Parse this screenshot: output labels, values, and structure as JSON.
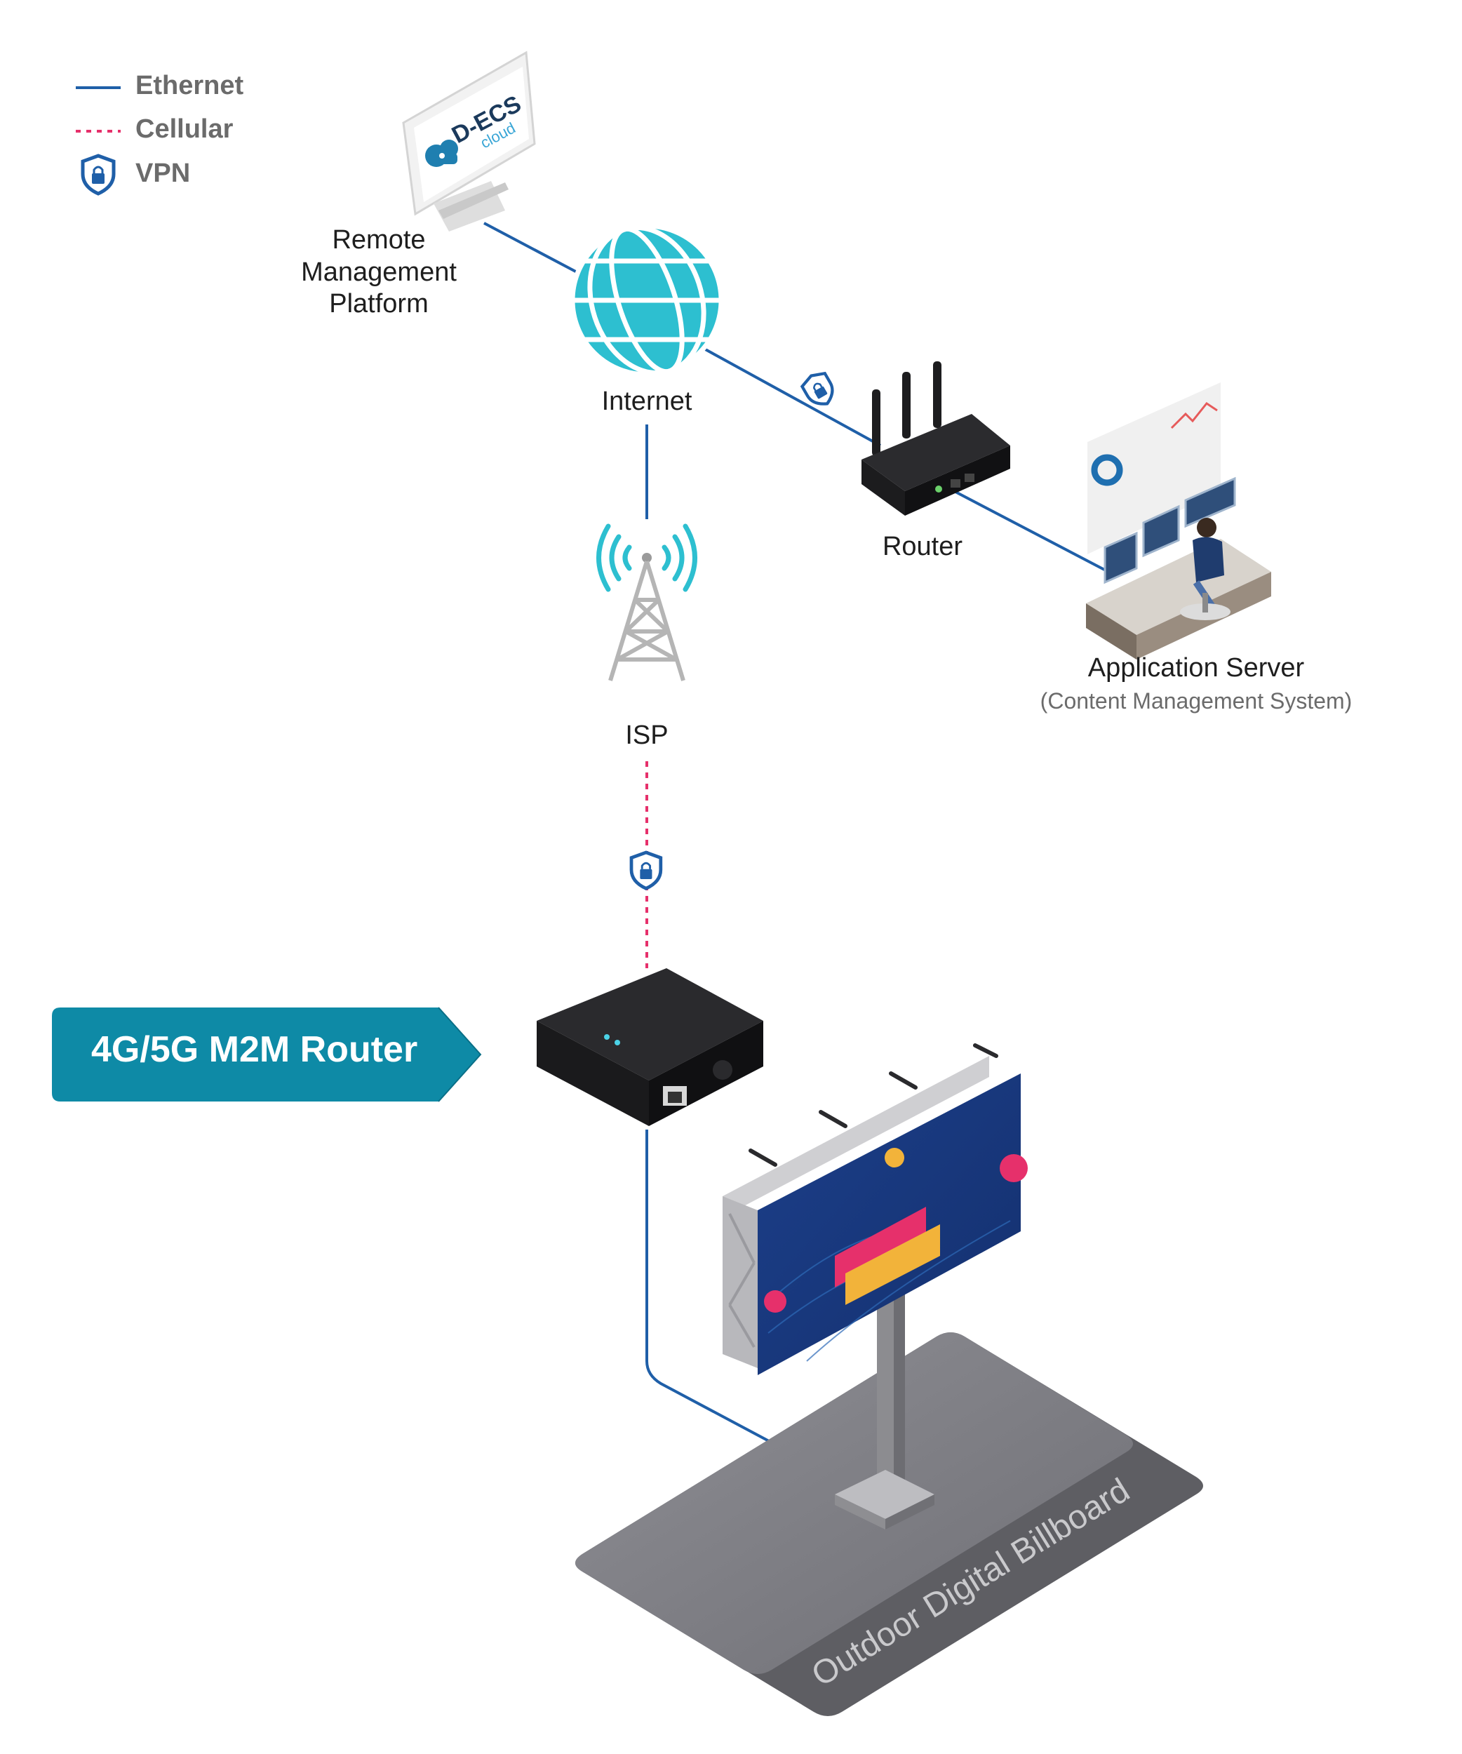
{
  "legend": {
    "ethernet_label": "Ethernet",
    "cellular_label": "Cellular",
    "vpn_label": "VPN"
  },
  "nodes": {
    "remote_platform": {
      "lines": [
        "Remote",
        "Management",
        "Platform"
      ],
      "logo_main": "D-ECS",
      "logo_sub": "cloud",
      "icon": "monitor-icon"
    },
    "internet": {
      "label": "Internet",
      "icon": "globe-icon"
    },
    "router": {
      "label": "Router",
      "icon": "router-icon"
    },
    "app_server": {
      "label": "Application Server",
      "sublabel": "(Content Management System)",
      "icon": "operator-desk-icon"
    },
    "isp": {
      "label": "ISP",
      "icon": "cell-tower-icon"
    },
    "m2m_router": {
      "banner": "4G/5G M2M Router",
      "icon": "m2m-router-icon"
    },
    "billboard": {
      "label": "Outdoor Digital Billboard",
      "icon": "billboard-icon"
    }
  },
  "colors": {
    "ethernet": "#1f5fa8",
    "cellular": "#e6306b",
    "vpn": "#1f5fa8",
    "globe": "#2dbfd0",
    "banner": "#0e8aa6",
    "ground": "#5e5e63"
  }
}
